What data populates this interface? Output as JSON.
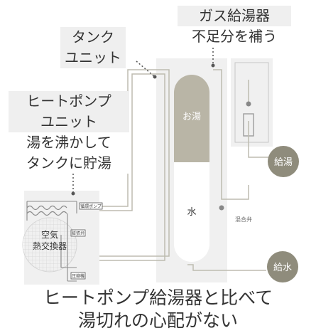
{
  "labels": {
    "gas_heater": {
      "title": "ガス給湯器",
      "desc": "不足分を補う"
    },
    "tank_unit": {
      "line1": "タンク",
      "line2": "ユニット"
    },
    "heat_pump": {
      "line1": "ヒートポンプ",
      "line2": "ユニット",
      "desc1": "湯を沸かして",
      "desc2": "タンクに貯湯"
    }
  },
  "tank": {
    "hot_water": "お湯",
    "water": "水"
  },
  "ports": {
    "hot_supply": "給湯",
    "water_supply": "給水"
  },
  "heat_pump_unit": {
    "exchanger_line1": "空気",
    "exchanger_line2": "熱交換器",
    "tag_pump": "循環ポンプ",
    "tag_valve": "膨張弁",
    "tag_compressor": "圧縮機"
  },
  "mixing_valve": "混合弁",
  "caption": {
    "line1": "ヒートポンプ給湯器と比べて",
    "line2": "湯切れの心配がない"
  },
  "colors": {
    "hot_water": "#b9b5a6",
    "port": "#8f8c7c",
    "panel": "#f0f0f0",
    "pipe": "#bdbcb0"
  }
}
